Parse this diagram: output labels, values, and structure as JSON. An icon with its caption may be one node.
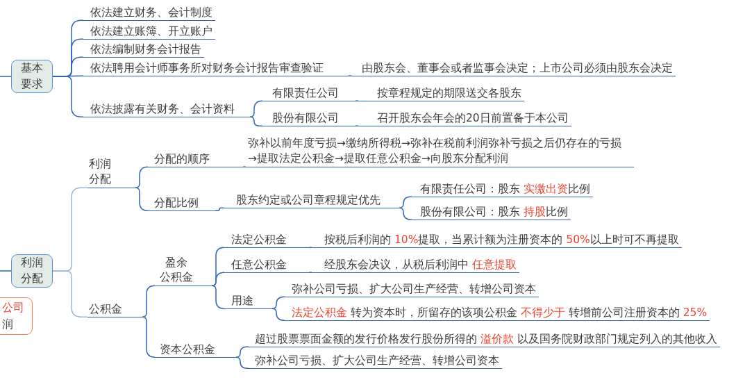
{
  "diagram": {
    "nodes": [
      {
        "text": [
          "基本要求"
        ]
      },
      {
        "text": [
          "依法建立财务、会计制度"
        ]
      },
      {
        "text": [
          "依法建立账簿、开立账户"
        ]
      },
      {
        "text": [
          "依法编制财务会计报告"
        ]
      },
      {
        "text": [
          "依法聘用会计师事务所对财务会计报告审查验证"
        ]
      },
      {
        "text": [
          "由股东会、董事会或者监事会决定；上市公司必须由股东会决定"
        ]
      },
      {
        "text": [
          "依法披露有关财务、会计资料"
        ]
      },
      {
        "text": [
          "有限责任公司"
        ]
      },
      {
        "text": [
          "按章程规定的期限送交各股东"
        ]
      },
      {
        "text": [
          "股份有限公司"
        ]
      },
      {
        "text": [
          "召开股东会年会的20日前置备于本公司"
        ]
      },
      {
        "text": [
          "利润分配"
        ]
      },
      {
        "text": [
          "利润分配"
        ]
      },
      {
        "text": [
          "分配的顺序"
        ]
      },
      {
        "text": [
          "弥补以前年度亏损→缴纳所得税→弥补在税前利润弥补亏损之后仍存在的亏损→提取法定公积金→提取任意公积金→向股东分配利润"
        ]
      },
      {
        "text": [
          "分配比例"
        ]
      },
      {
        "text": [
          "股东约定或公司章程规定优先"
        ]
      },
      {
        "text": [
          "有限责任公司：股东 **实缴出资**比例"
        ]
      },
      {
        "text": [
          "股份有限公司：股东 **持股**比例"
        ]
      },
      {
        "text": [
          "公积金"
        ]
      },
      {
        "text": [
          "盈余公积金"
        ]
      },
      {
        "text": [
          "法定公积金"
        ]
      },
      {
        "text": [
          "按税后利润的 **10%**提取，当累计额为注册资本的 **50%**以上时可不再提取"
        ]
      },
      {
        "text": [
          "任意公积金"
        ]
      },
      {
        "text": [
          "经股东会决议，从税后利润中 **任意提取**"
        ]
      },
      {
        "text": [
          "用途"
        ]
      },
      {
        "text": [
          "弥补公司亏损、扩大公司生产经营、转增公司资本"
        ]
      },
      {
        "text": [
          "**法定公积金** 转为资本时，所留存的该项公积金 **不得少于** 转增前公司注册资本的 **25%**"
        ]
      },
      {
        "text": [
          "资本公积金"
        ]
      },
      {
        "text": [
          "超过股票票面金额的发行价格发行股份所得的 **溢价款** 以及国务院财政部门规定列入的其他收入"
        ]
      },
      {
        "text": [
          "弥补公司亏损、扩大公司生产经营、转增公司资本"
        ]
      },
      {
        "text": [
          "公司",
          "润"
        ]
      }
    ],
    "edges": [
      {
        "from": null,
        "to": 0,
        "arrow": "none"
      },
      {
        "from": 0,
        "to": 1,
        "arrow": "none"
      },
      {
        "from": 0,
        "to": 2,
        "arrow": "none"
      },
      {
        "from": 0,
        "to": 3,
        "arrow": "none"
      },
      {
        "from": 0,
        "to": 4,
        "arrow": "none"
      },
      {
        "from": 0,
        "to": 6,
        "arrow": "none"
      },
      {
        "from": 4,
        "to": 5,
        "arrow": "none"
      },
      {
        "from": 6,
        "to": 7,
        "arrow": "none"
      },
      {
        "from": 6,
        "to": 9,
        "arrow": "none"
      },
      {
        "from": 7,
        "to": 8,
        "arrow": "none"
      },
      {
        "from": 9,
        "to": 10,
        "arrow": "none"
      },
      {
        "from": null,
        "to": 11,
        "arrow": "none"
      },
      {
        "from": 11,
        "to": 12,
        "arrow": "none",
        "color": "#9ab5e0"
      },
      {
        "from": 11,
        "to": 19,
        "arrow": "none",
        "color": "#9ab5e0"
      },
      {
        "from": 12,
        "to": 13,
        "arrow": "none"
      },
      {
        "from": 12,
        "to": 15,
        "arrow": "none"
      },
      {
        "from": 13,
        "to": 14,
        "arrow": "none"
      },
      {
        "from": 15,
        "to": 16,
        "arrow": "none"
      },
      {
        "from": 16,
        "to": 17,
        "arrow": "none"
      },
      {
        "from": 16,
        "to": 18,
        "arrow": "none"
      },
      {
        "from": 19,
        "to": 20,
        "arrow": "none"
      },
      {
        "from": 19,
        "to": 28,
        "arrow": "none"
      },
      {
        "from": 20,
        "to": 21,
        "arrow": "none"
      },
      {
        "from": 20,
        "to": 23,
        "arrow": "none"
      },
      {
        "from": 20,
        "to": 25,
        "arrow": "none"
      },
      {
        "from": 21,
        "to": 22,
        "arrow": "none"
      },
      {
        "from": 23,
        "to": 24,
        "arrow": "none"
      },
      {
        "from": 25,
        "to": 26,
        "arrow": "none"
      },
      {
        "from": 25,
        "to": 27,
        "arrow": "none"
      },
      {
        "from": 28,
        "to": 29,
        "arrow": "none"
      },
      {
        "from": 28,
        "to": 30,
        "arrow": "none"
      }
    ]
  }
}
